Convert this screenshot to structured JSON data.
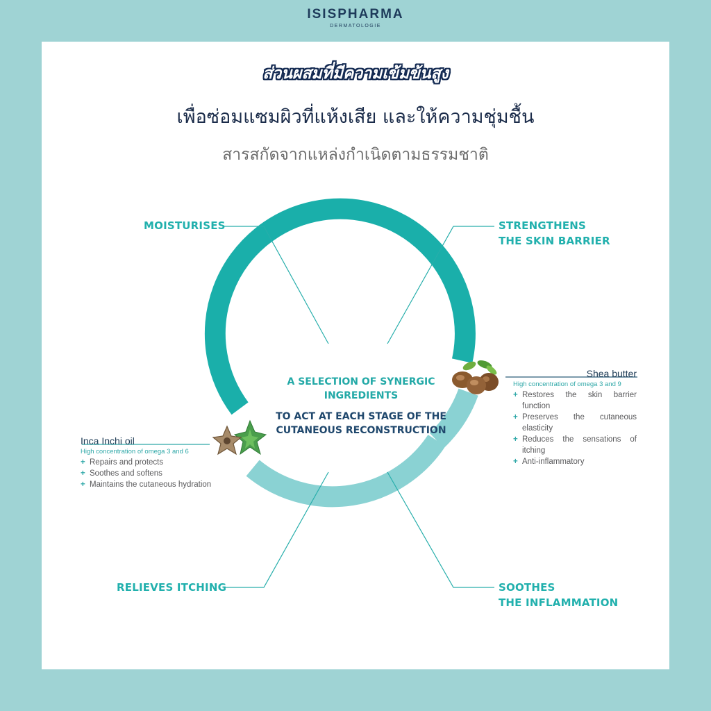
{
  "brand": {
    "name": "ISISPHARMA",
    "subtitle": "DERMATOLOGIE"
  },
  "headings": {
    "badge": "ส่วนผสมที่มีความเข้มข้นสูง",
    "line1": "เพื่อซ่อมแซมผิวที่แห้งเสีย  และให้ความชุ่มชื้น",
    "line2": "สารสกัดจากแหล่งกำเนิดตามธรรมชาติ"
  },
  "benefits": {
    "top_left": "MOISTURISES",
    "top_right_1": "STRENGTHENS",
    "top_right_2": "THE SKIN BARRIER",
    "bottom_left": "RELIEVES ITCHING",
    "bottom_right_1": "SOOTHES",
    "bottom_right_2": "THE INFLAMMATION"
  },
  "center": {
    "line1": "A SELECTION OF SYNERGIC",
    "line2": "INGREDIENTS",
    "line3": "TO ACT AT EACH STAGE OF THE",
    "line4": "CUTANEOUS RECONSTRUCTION"
  },
  "ingredients": {
    "shea": {
      "name": "Shea butter",
      "note": "High concentration of omega 3 and 9",
      "items": [
        "Restores the skin barrier function",
        "Preserves the cutaneous elasticity",
        "Reduces the sensations of itching",
        "Anti-inflammatory"
      ]
    },
    "inca": {
      "name": "Inca Inchi oil",
      "note": "High concentration of omega 3 and 6",
      "items": [
        "Repairs and protects",
        "Soothes and softens",
        "Maintains the cutaneous hydration"
      ]
    }
  },
  "colors": {
    "background": "#9fd3d4",
    "ring_dark": "#1aafaa",
    "ring_light": "#8ad2d3",
    "navy": "#1b2c4a"
  },
  "icons": {
    "shea": "shea-nuts-icon",
    "inca": "sacha-inchi-seed-icon"
  }
}
